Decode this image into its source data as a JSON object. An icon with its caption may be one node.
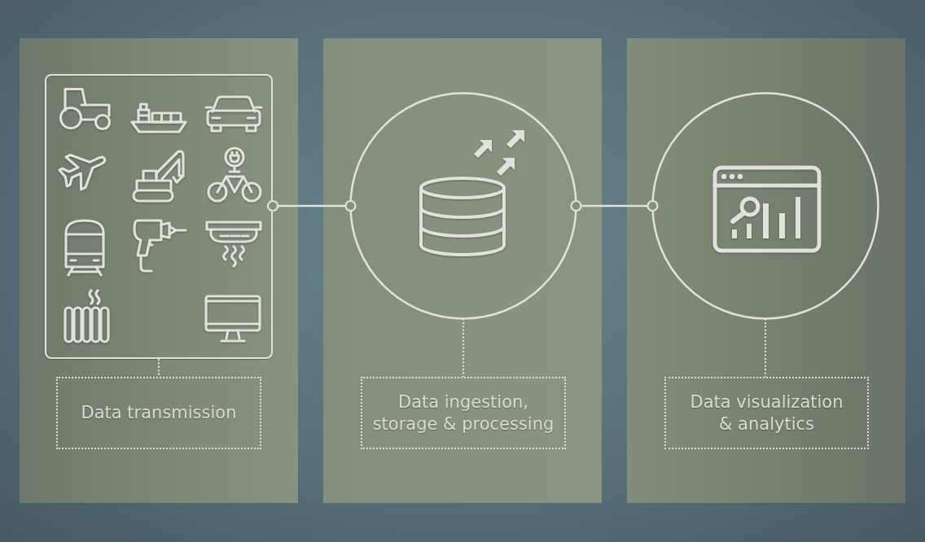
{
  "diagram": {
    "nodes": [
      {
        "text": [],
        "shape": "box"
      },
      {
        "text": [],
        "shape": "box",
        "in": 0
      },
      {
        "text": [
          "Data transmission"
        ],
        "in": 0
      },
      {
        "text": [],
        "shape": "box"
      },
      {
        "text": [],
        "shape": "circle",
        "in": 3
      },
      {
        "text": [
          "Data ingestion, storage & processing"
        ],
        "in": 3
      },
      {
        "text": [],
        "shape": "box"
      },
      {
        "text": [],
        "shape": "circle",
        "in": 6
      },
      {
        "text": [
          "Data visualization & analytics"
        ],
        "in": 6
      }
    ],
    "edges": [
      {
        "from": 1,
        "to": 4,
        "arrow": "other"
      },
      {
        "from": 1,
        "to": 2,
        "arrow": "none",
        "style": "dashed"
      },
      {
        "from": 4,
        "to": 7,
        "arrow": "other"
      },
      {
        "from": 4,
        "to": 5,
        "arrow": "none",
        "style": "dashed"
      },
      {
        "from": 7,
        "to": 8,
        "arrow": "none",
        "style": "dashed"
      }
    ]
  }
}
